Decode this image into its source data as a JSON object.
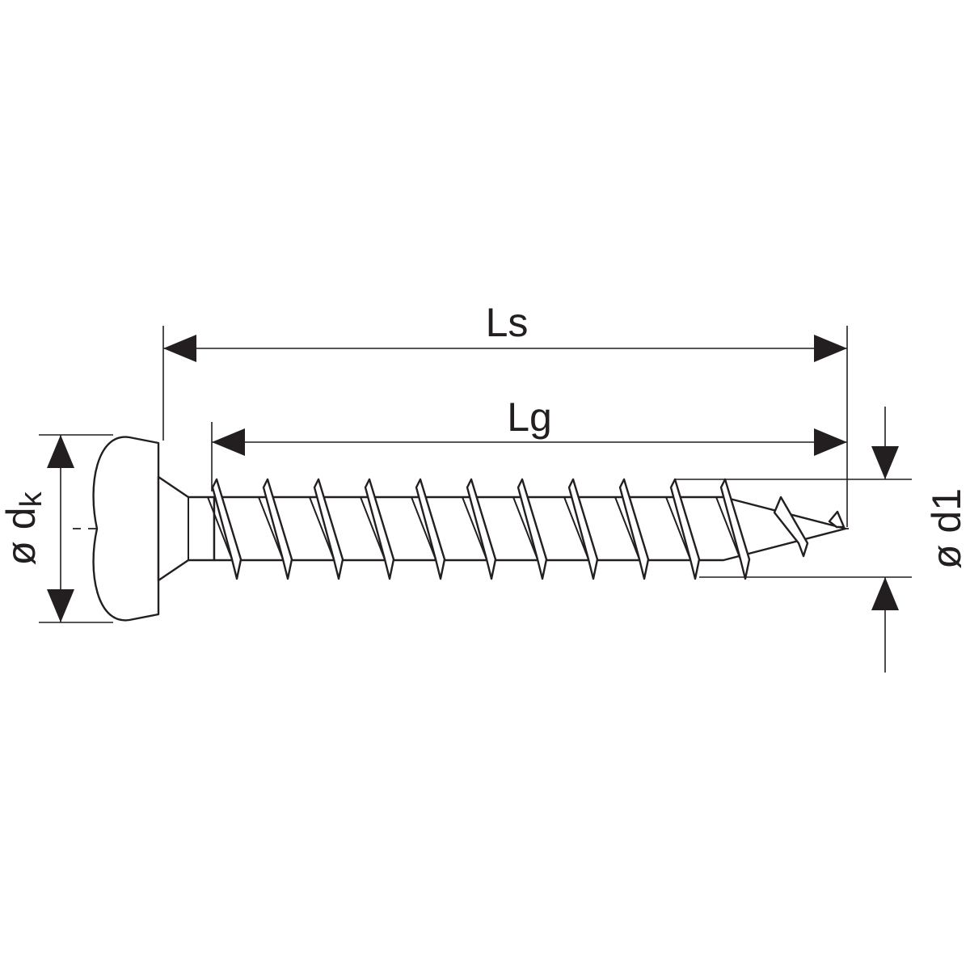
{
  "dimensions": {
    "overall_length": "Ls",
    "thread_length": "Lg",
    "head_diameter_symbol": "ø d",
    "head_diameter_subscript": "k",
    "thread_diameter": "ø d1"
  }
}
